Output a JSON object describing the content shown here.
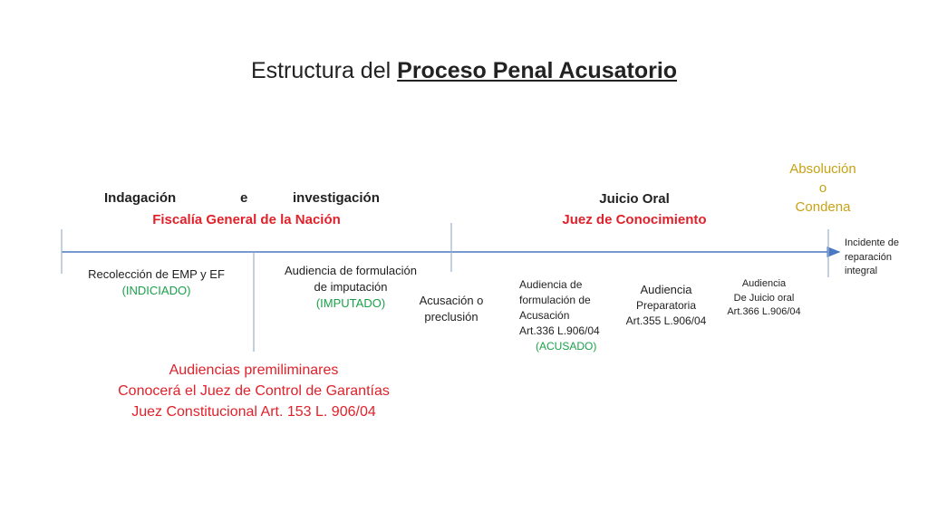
{
  "title": {
    "prefix": "Estructura del",
    "emphasis": "Proceso Penal Acusatorio"
  },
  "phase1": {
    "heading_words": [
      "Indagación",
      "e",
      "investigación"
    ],
    "entity": "Fiscalía General de la Nación"
  },
  "phase2": {
    "heading": "Juicio Oral",
    "entity": "Juez de Conocimiento"
  },
  "outcome": {
    "line1": "Absolución",
    "line2": "o",
    "line3": "Condena"
  },
  "incidente": {
    "line1": "Incidente de",
    "line2": "reparación",
    "line3": "integral"
  },
  "events": {
    "recoleccion": {
      "line1": "Recolección de EMP y EF",
      "status": "(INDICIADO)"
    },
    "imputacion": {
      "line1": "Audiencia de formulación",
      "line2": "de imputación",
      "status": "(IMPUTADO)"
    },
    "acusacion_preclusion": {
      "line1": "Acusación o",
      "line2": "preclusión"
    },
    "formulacion_acusacion": {
      "line1": "Audiencia de",
      "line2": "formulación de",
      "line3": "Acusación",
      "line4": "Art.336 L.906/04",
      "status": "(ACUSADO)"
    },
    "preparatoria": {
      "line1": "Audiencia",
      "line2": "Preparatoria",
      "line3": "Art.355 L.906/04"
    },
    "juicio_oral": {
      "line1": "Audiencia",
      "line2": "De Juicio oral",
      "line3": "Art.366 L.906/04"
    }
  },
  "preliminares": {
    "line1": "Audiencias premiliminares",
    "line2": "Conocerá el Juez de Control de Garantías",
    "line3": "Juez Constitucional Art. 153 L. 906/04"
  },
  "colors": {
    "red": "#e0212a",
    "green": "#1aa04a",
    "gold": "#c8a114",
    "timeline": "#4a78c2"
  }
}
